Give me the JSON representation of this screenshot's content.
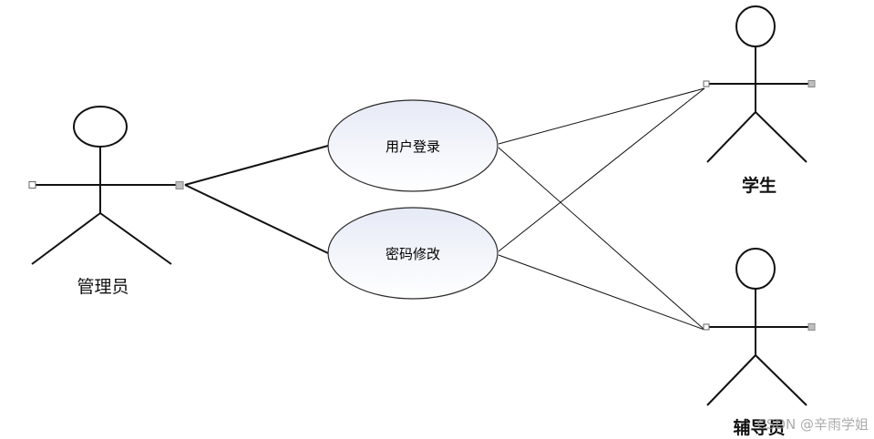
{
  "actors": {
    "admin": {
      "label": "管理员"
    },
    "student": {
      "label": "学生"
    },
    "counselor": {
      "label": "辅导员"
    }
  },
  "use_cases": {
    "login": {
      "label": "用户登录"
    },
    "password": {
      "label": "密码修改"
    }
  },
  "watermark": {
    "text": "CSDN @辛雨学姐"
  },
  "colors": {
    "line": "#111111",
    "ellipse_stroke": "#2a2a2a",
    "ellipse_fill_top": "#e6eaf6",
    "ellipse_fill_bottom": "#ffffff",
    "handle_fill": "#bfbfbf"
  }
}
